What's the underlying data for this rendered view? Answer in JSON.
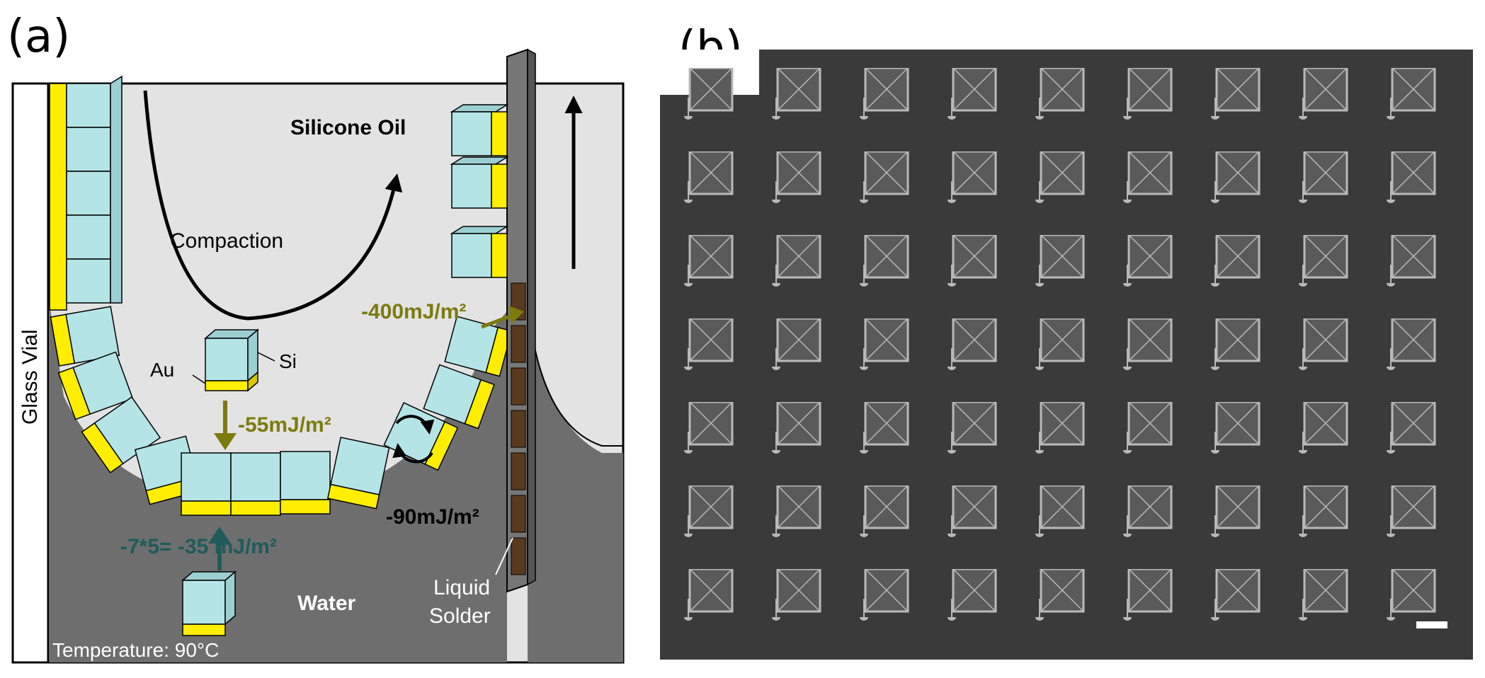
{
  "panel_a": {
    "label": "(a)",
    "vial_label": "Glass Vial",
    "silicone_oil_label": "Silicone Oil",
    "compaction_label": "Compaction",
    "au_label": "Au",
    "si_label": "Si",
    "water_label": "Water",
    "liquid_solder_label_line1": "Liquid",
    "liquid_solder_label_line2": "Solder",
    "temperature_label": "Temperature: 90°C",
    "energy_400": "-400mJ/m²",
    "energy_55": "-55mJ/m²",
    "energy_90": "-90mJ/m²",
    "energy_35": "-7*5= -35 mJ/m²",
    "colors": {
      "oil": "#e3e3e3",
      "water": "#6f6f6f",
      "cube_face": "#b5e4e6",
      "gold": "#ffee00",
      "olive_text": "#7b7b10",
      "teal_text": "#1f5b5b"
    }
  },
  "panel_b": {
    "label": "(b)",
    "grid_rows": 7,
    "grid_cols": 9,
    "colors": {
      "background": "#3a3a3a",
      "pad": "#b9b9b9"
    }
  }
}
